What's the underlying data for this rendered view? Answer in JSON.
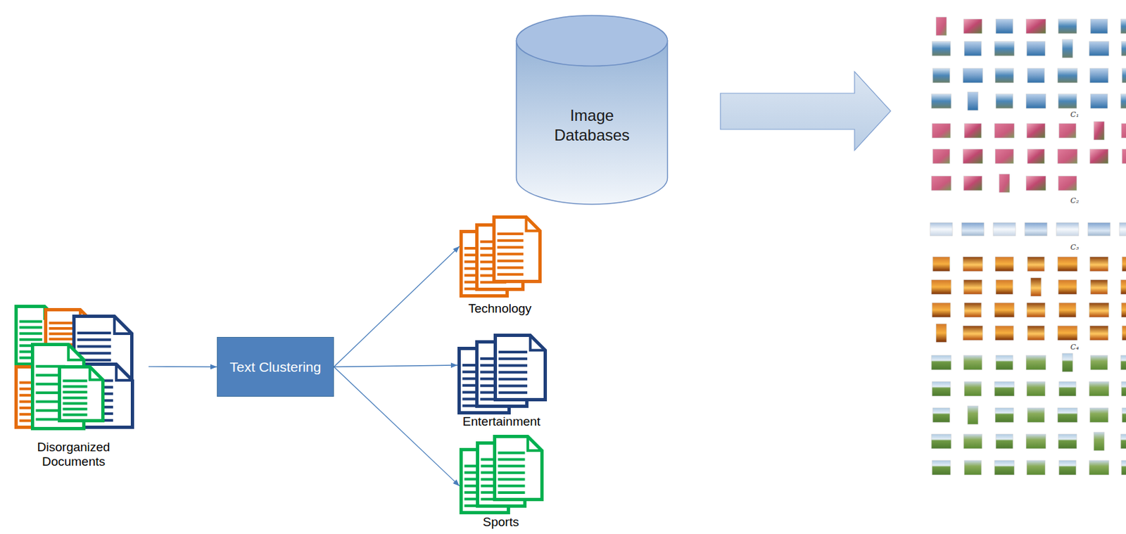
{
  "diagram": {
    "nodes": [
      {
        "text": [
          "Disorganized Documents"
        ]
      },
      {
        "text": [
          "Text Clustering"
        ]
      },
      {
        "text": [
          "Technology"
        ]
      },
      {
        "text": [
          "Entertainment"
        ]
      },
      {
        "text": [
          "Sports"
        ]
      },
      {
        "text": [
          "Image Databases"
        ]
      }
    ],
    "edges": [
      {
        "from": 0,
        "to": 1,
        "arrow": "to"
      },
      {
        "from": 1,
        "to": 2,
        "arrow": "to"
      },
      {
        "from": 1,
        "to": 3,
        "arrow": "to"
      },
      {
        "from": 1,
        "to": 4,
        "arrow": "to"
      }
    ],
    "labels": [
      "C₁",
      "C₂",
      "C₃",
      "C₄"
    ]
  }
}
